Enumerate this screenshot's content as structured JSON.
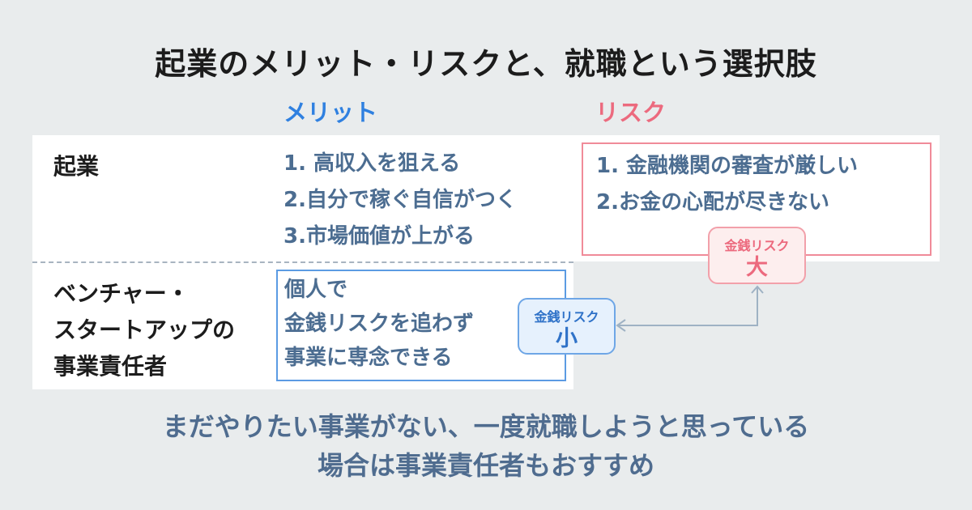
{
  "title": "起業のメリット・リスクと、就職という選択肢",
  "headers": {
    "merit": "メリット",
    "risk": "リスク"
  },
  "rows": [
    {
      "label": "起業",
      "merits": [
        "1. 高収入を狙える",
        "2.自分で稼ぐ自信がつく",
        "3.市場価値が上がる"
      ],
      "risks": [
        "1. 金融機関の審査が厳しい",
        "2.お金の心配が尽きない"
      ]
    },
    {
      "label_lines": [
        "ベンチャー・",
        "スタートアップの",
        "事業責任者"
      ],
      "merits": [
        "個人で",
        "金銭リスクを追わず",
        "事業に専念できる"
      ]
    }
  ],
  "badges": {
    "big": {
      "label": "金銭リスク",
      "value": "大"
    },
    "small": {
      "label": "金銭リスク",
      "value": "小"
    }
  },
  "bottom": [
    "まだやりたい事業がない、一度就職しようと思っている",
    "場合は事業責任者もおすすめ"
  ],
  "colors": {
    "merit": "#2f80e0",
    "risk": "#ec6a7e",
    "text": "#4c6d91"
  }
}
